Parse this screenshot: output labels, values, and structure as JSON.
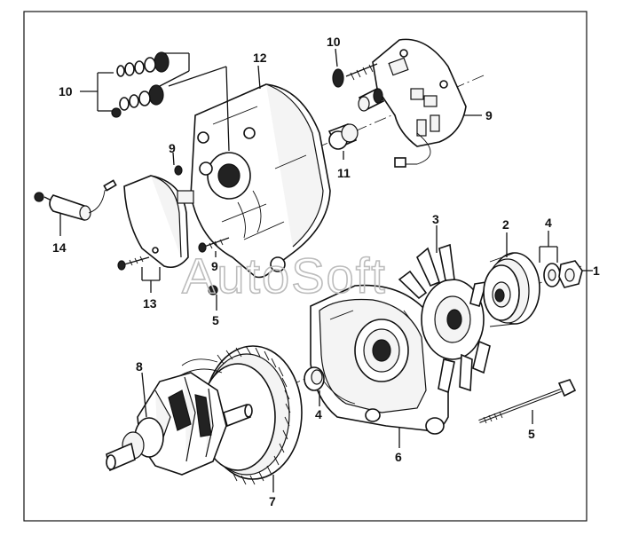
{
  "diagram": {
    "watermark": "AutoSoft",
    "callouts": [
      {
        "id": "c-1",
        "text": "1"
      },
      {
        "id": "c-2",
        "text": "2"
      },
      {
        "id": "c-3",
        "text": "3"
      },
      {
        "id": "c-4a",
        "text": "4"
      },
      {
        "id": "c-4b",
        "text": "4"
      },
      {
        "id": "c-5a",
        "text": "5"
      },
      {
        "id": "c-5b",
        "text": "5"
      },
      {
        "id": "c-6",
        "text": "6"
      },
      {
        "id": "c-7",
        "text": "7"
      },
      {
        "id": "c-8",
        "text": "8"
      },
      {
        "id": "c-9a",
        "text": "9"
      },
      {
        "id": "c-9b",
        "text": "9"
      },
      {
        "id": "c-9c",
        "text": "9"
      },
      {
        "id": "c-10a",
        "text": "10"
      },
      {
        "id": "c-10b",
        "text": "10"
      },
      {
        "id": "c-11",
        "text": "11"
      },
      {
        "id": "c-12",
        "text": "12"
      },
      {
        "id": "c-13",
        "text": "13"
      },
      {
        "id": "c-14",
        "text": "14"
      }
    ]
  }
}
